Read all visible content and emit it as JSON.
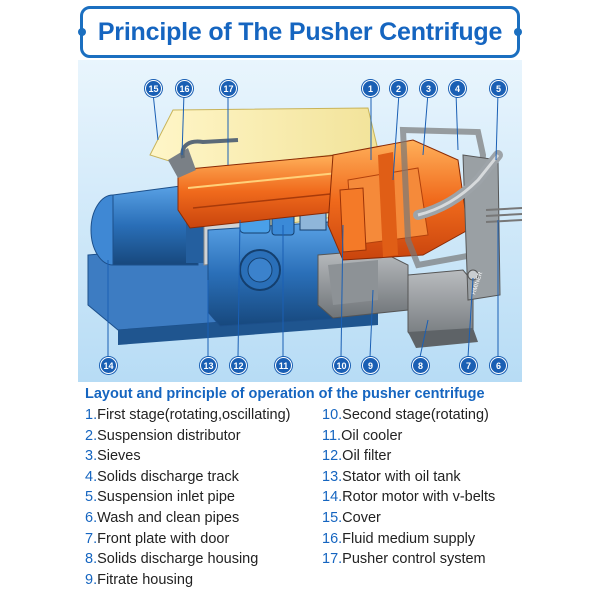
{
  "title": "Principle of The Pusher Centrifuge",
  "legend_title": "Layout and principle of  operation of the pusher centrifuge",
  "callouts": [
    "1",
    "2",
    "3",
    "4",
    "5",
    "6",
    "7",
    "8",
    "9",
    "10",
    "11",
    "12",
    "13",
    "14",
    "15",
    "16",
    "17"
  ],
  "items_left": [
    {
      "n": "1.",
      "t": "First stage(rotating,oscillating)"
    },
    {
      "n": "2.",
      "t": "Suspension distributor"
    },
    {
      "n": "3.",
      "t": "Sieves"
    },
    {
      "n": "4.",
      "t": "Solids discharge track"
    },
    {
      "n": "5.",
      "t": "Suspension inlet pipe"
    },
    {
      "n": "6.",
      "t": "Wash and clean pipes"
    },
    {
      "n": "7.",
      "t": "Front plate with door"
    },
    {
      "n": "8.",
      "t": "Solids discharge housing"
    },
    {
      "n": "9.",
      "t": "Fitrate housing"
    }
  ],
  "items_right": [
    {
      "n": "10.",
      "t": "Second stage(rotating)"
    },
    {
      "n": "11.",
      "t": "Oil cooler"
    },
    {
      "n": "12.",
      "t": "Oil filter"
    },
    {
      "n": "13.",
      "t": "Stator with oil tank"
    },
    {
      "n": "14.",
      "t": "Rotor motor with v-belts"
    },
    {
      "n": "15.",
      "t": "Cover"
    },
    {
      "n": "16.",
      "t": "Fluid medium supply"
    },
    {
      "n": "17.",
      "t": "Pusher control system"
    }
  ],
  "nameplate": "HMINER",
  "colors": {
    "accent": "#1565c0",
    "machine_blue": "#2a6fb8",
    "hot_orange": "#f06a1c",
    "bg_light": "#cde6f7"
  }
}
